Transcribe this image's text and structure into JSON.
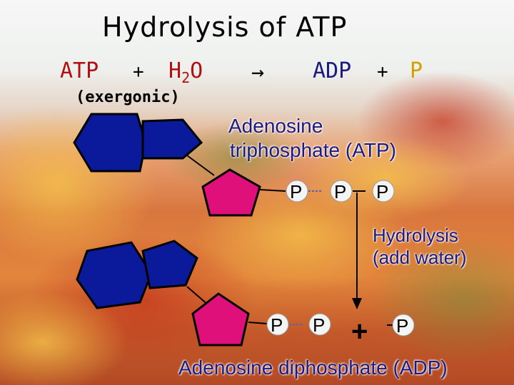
{
  "title": "Hydrolysis of ATP",
  "equation": {
    "reactant1": "ATP",
    "plus1": "+",
    "reactant2_main": "H",
    "reactant2_sub": "2",
    "reactant2_end": "O",
    "arrow": "→",
    "product1": "ADP",
    "plus2": "+",
    "product2": "P",
    "note": "(exergonic)"
  },
  "atp_label_line1": "Adenosine",
  "atp_label_line2": "triphosphate (ATP)",
  "hydrolysis_line1": "Hydrolysis",
  "hydrolysis_line2": "(add water)",
  "adp_label": "Adenosine diphosphate (ADP)",
  "phosphate_symbol": "P",
  "plus_symbol": "+",
  "colors": {
    "adenine": "#0a1a9a",
    "ribose": "#e0107a",
    "phosphate": "#f4f4f4",
    "title_red": "#b01010",
    "label_blue": "#1a1a80",
    "product_gold": "#d4a000"
  }
}
